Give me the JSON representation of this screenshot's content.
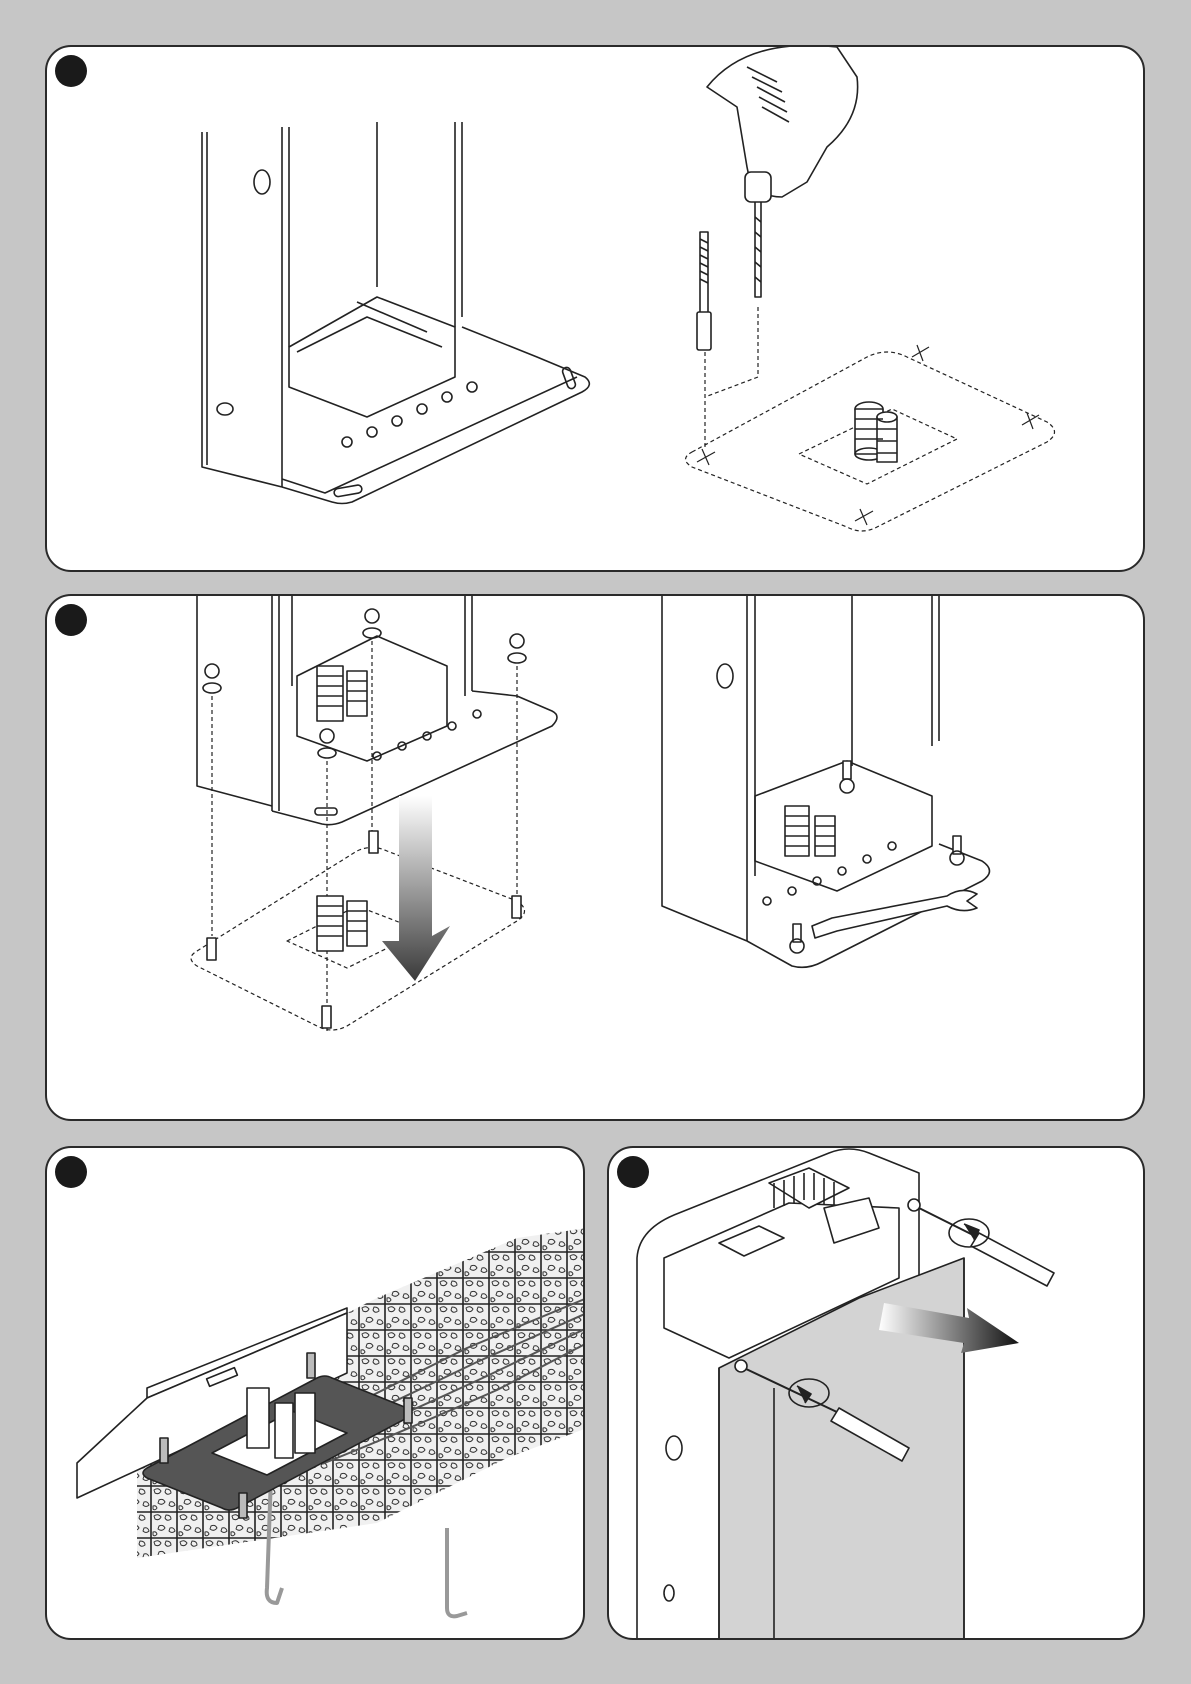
{
  "page": {
    "background": "#c6c6c6",
    "panel_background": "#ffffff",
    "ink": "#1a1a1a"
  },
  "steps": [
    {
      "marker": "step-1-marker",
      "illustration": "column-base-and-drilling-anchor-holes"
    },
    {
      "marker": "step-2-marker",
      "illustration": "lower-column-onto-anchor-bolts-and-tighten-nuts"
    },
    {
      "marker": "step-3-marker",
      "illustration": "level-foundation-plate-with-conduits-in-concrete"
    },
    {
      "marker": "step-4-marker",
      "illustration": "unscrew-and-remove-column-cover"
    }
  ]
}
